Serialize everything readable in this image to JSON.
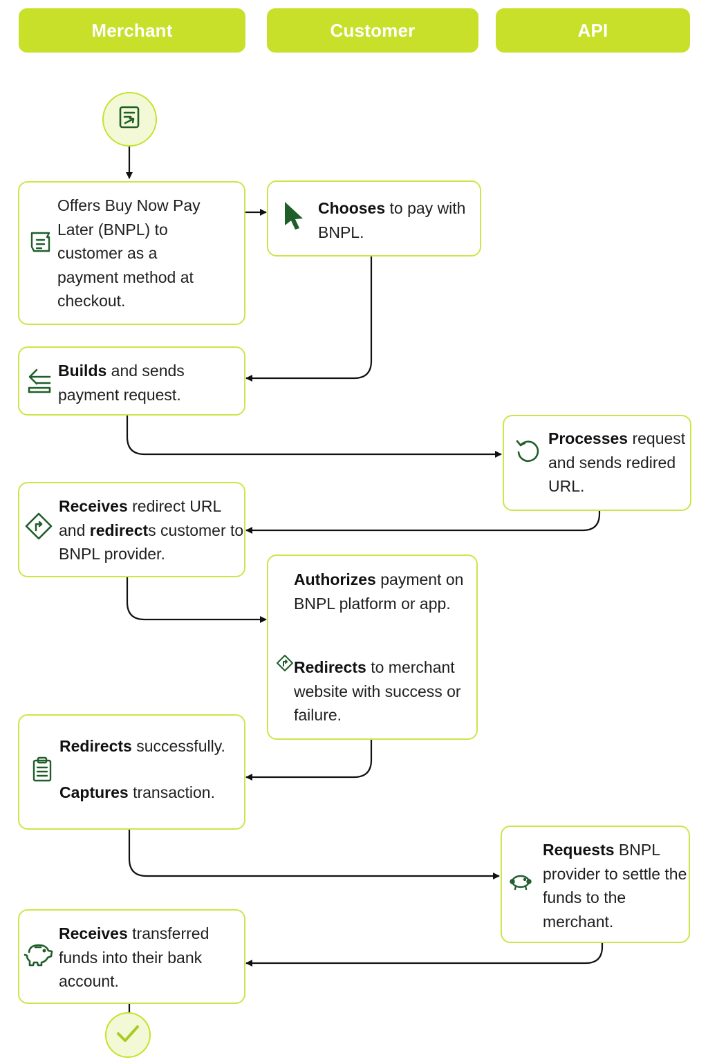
{
  "lanes": {
    "merchant": "Merchant",
    "customer": "Customer",
    "api": "API"
  },
  "colors": {
    "lane_header": "#c8e02a",
    "box_border": "#cde54a",
    "icon_green": "#1f5e2a",
    "connector": "#111111"
  },
  "steps": {
    "offers": {
      "icon": "list-doc-icon",
      "text": "Offers Buy Now Pay Later (BNPL) to customer as a payment method at checkout."
    },
    "chooses": {
      "icon": "cursor-pointer-icon",
      "bold": "Chooses",
      "rest": " to pay with BNPL."
    },
    "builds": {
      "icon": "arrow-left-lines-icon",
      "bold": "Builds",
      "rest": " and sends payment request."
    },
    "processes": {
      "icon": "refresh-icon",
      "bold": "Processes",
      "rest": " request and sends redired URL."
    },
    "receives_redirect": {
      "icon": "direction-sign-icon",
      "bold1": "Receives",
      "rest1": " redirect URL and ",
      "bold2": "redirect",
      "rest2": "s customer to BNPL provider."
    },
    "authorizes": {
      "bold": "Authorizes",
      "rest": " payment on BNPL platform or app."
    },
    "redirects_merchant": {
      "icon": "direction-sign-icon",
      "bold": "Redirects",
      "rest": " to merchant website with success or failure."
    },
    "redirects_success": {
      "bold": "Redirects",
      "rest": " successfully."
    },
    "captures": {
      "icon": "clipboard-icon",
      "bold": "Captures",
      "rest": " transaction."
    },
    "requests": {
      "icon": "piggy-bank-icon",
      "bold": "Requests",
      "rest": " BNPL provider to settle the funds to the merchant."
    },
    "receives_funds": {
      "icon": "piggy-bank-icon",
      "bold": "Receives",
      "rest": " transferred funds into their bank account."
    }
  },
  "start_icon": "document-start-icon",
  "end_icon": "check-complete-icon"
}
